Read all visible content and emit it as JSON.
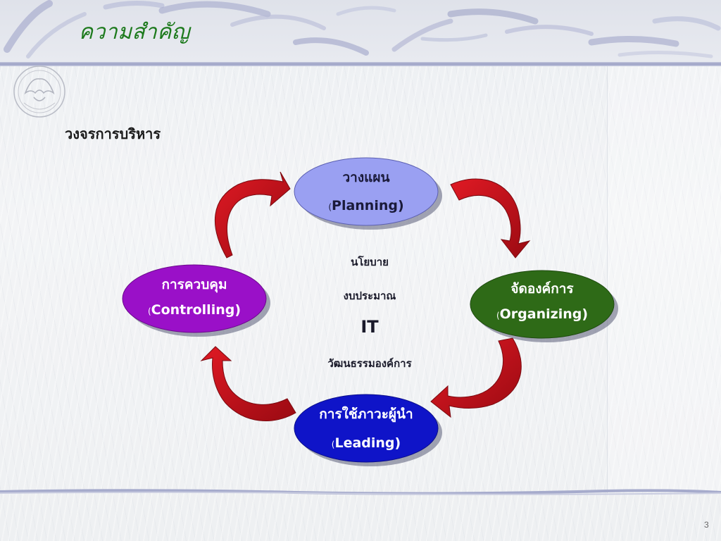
{
  "slide": {
    "title": "ความสำคัญ",
    "subtitle": "วงจรการบริหาร",
    "page_number": "3"
  },
  "diagram": {
    "nodes": {
      "planning": {
        "thai": "วางแผน",
        "paren_open": "(",
        "english": "Planning)",
        "color": "#9aa0f2",
        "text_color": "#1a1a3a"
      },
      "organizing": {
        "thai": "จัดองค์การ",
        "paren_open": "(",
        "english": "Organizing)",
        "color": "#2e6a17",
        "text_color": "#ffffff"
      },
      "leading": {
        "thai": "การใช้ภาวะผู้นำ",
        "paren_open": "(",
        "english": "Leading)",
        "color": "#0f14c8",
        "text_color": "#ffffff"
      },
      "controlling": {
        "thai": "การควบคุม",
        "paren_open": "(",
        "english": "Controlling)",
        "color": "#9a10c8",
        "text_color": "#ffffff"
      }
    },
    "center_items": {
      "policy": "นโยบาย",
      "budget": "งบประมาณ",
      "it": "IT",
      "culture": "วัฒนธรรมองค์การ"
    },
    "arrow_color": "#c0101a"
  }
}
